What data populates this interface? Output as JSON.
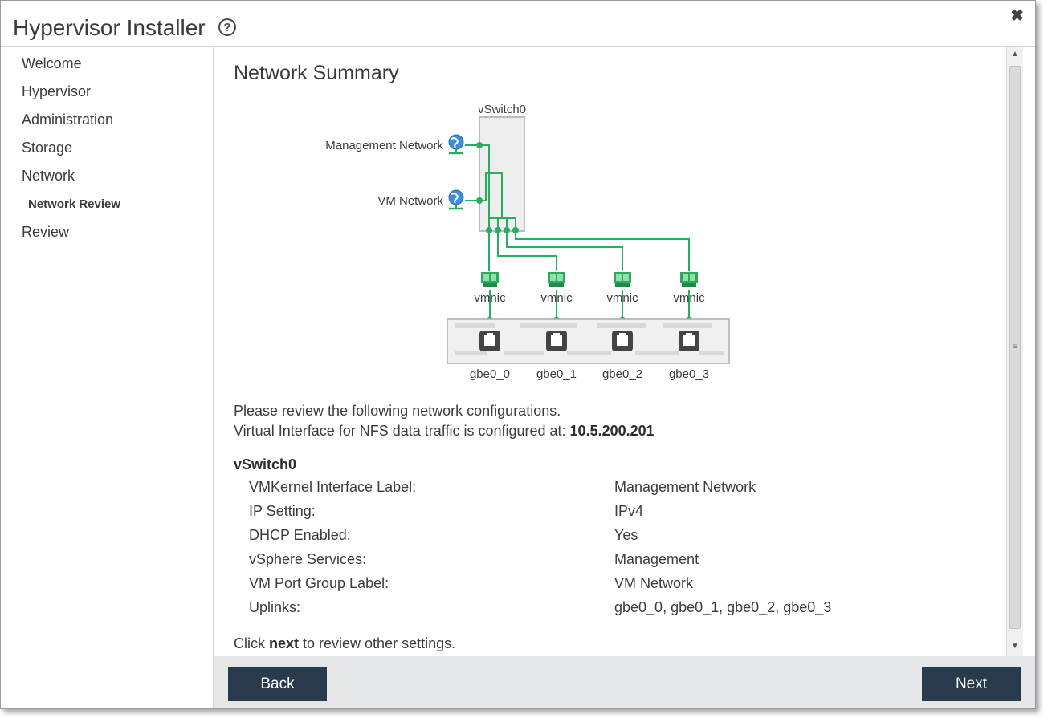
{
  "window": {
    "title": "Hypervisor Installer",
    "help_glyph": "?",
    "close_glyph": "✖"
  },
  "sidebar": {
    "items": [
      "Welcome",
      "Hypervisor",
      "Administration",
      "Storage",
      "Network"
    ],
    "sub_item": "Network Review",
    "last_item": "Review"
  },
  "page": {
    "title": "Network Summary",
    "diagram": {
      "switch_label": "vSwitch0",
      "port_groups": [
        "Management Network",
        "VM Network"
      ],
      "nic_label": "vmnic",
      "ports": [
        "gbe0_0",
        "gbe0_1",
        "gbe0_2",
        "gbe0_3"
      ]
    },
    "intro_line1": "Please review the following network configurations.",
    "intro_line2_prefix": "Virtual Interface for NFS data traffic is configured at: ",
    "nfs_ip": "10.5.200.201",
    "section_title": "vSwitch0",
    "rows": [
      {
        "label": "VMKernel Interface Label:",
        "value": "Management Network"
      },
      {
        "label": "IP Setting:",
        "value": "IPv4"
      },
      {
        "label": "DHCP Enabled:",
        "value": "Yes"
      },
      {
        "label": "vSphere Services:",
        "value": "Management"
      },
      {
        "label": "VM Port Group Label:",
        "value": "VM Network"
      },
      {
        "label": "Uplinks:",
        "value": "gbe0_0, gbe0_1, gbe0_2, gbe0_3"
      }
    ],
    "footer_prefix": "Click ",
    "footer_bold": "next",
    "footer_suffix": " to review other settings."
  },
  "buttons": {
    "back": "Back",
    "next": "Next"
  },
  "scrollbar": {
    "up": "▲",
    "down": "▼",
    "grip": "≡"
  },
  "colors": {
    "link_green": "#27ae60",
    "button_dark": "#293a4d",
    "globe_blue": "#3a8fd8"
  },
  "icons": [
    "help-icon",
    "close-icon",
    "globe-icon",
    "network-card-icon",
    "ethernet-port-icon"
  ]
}
